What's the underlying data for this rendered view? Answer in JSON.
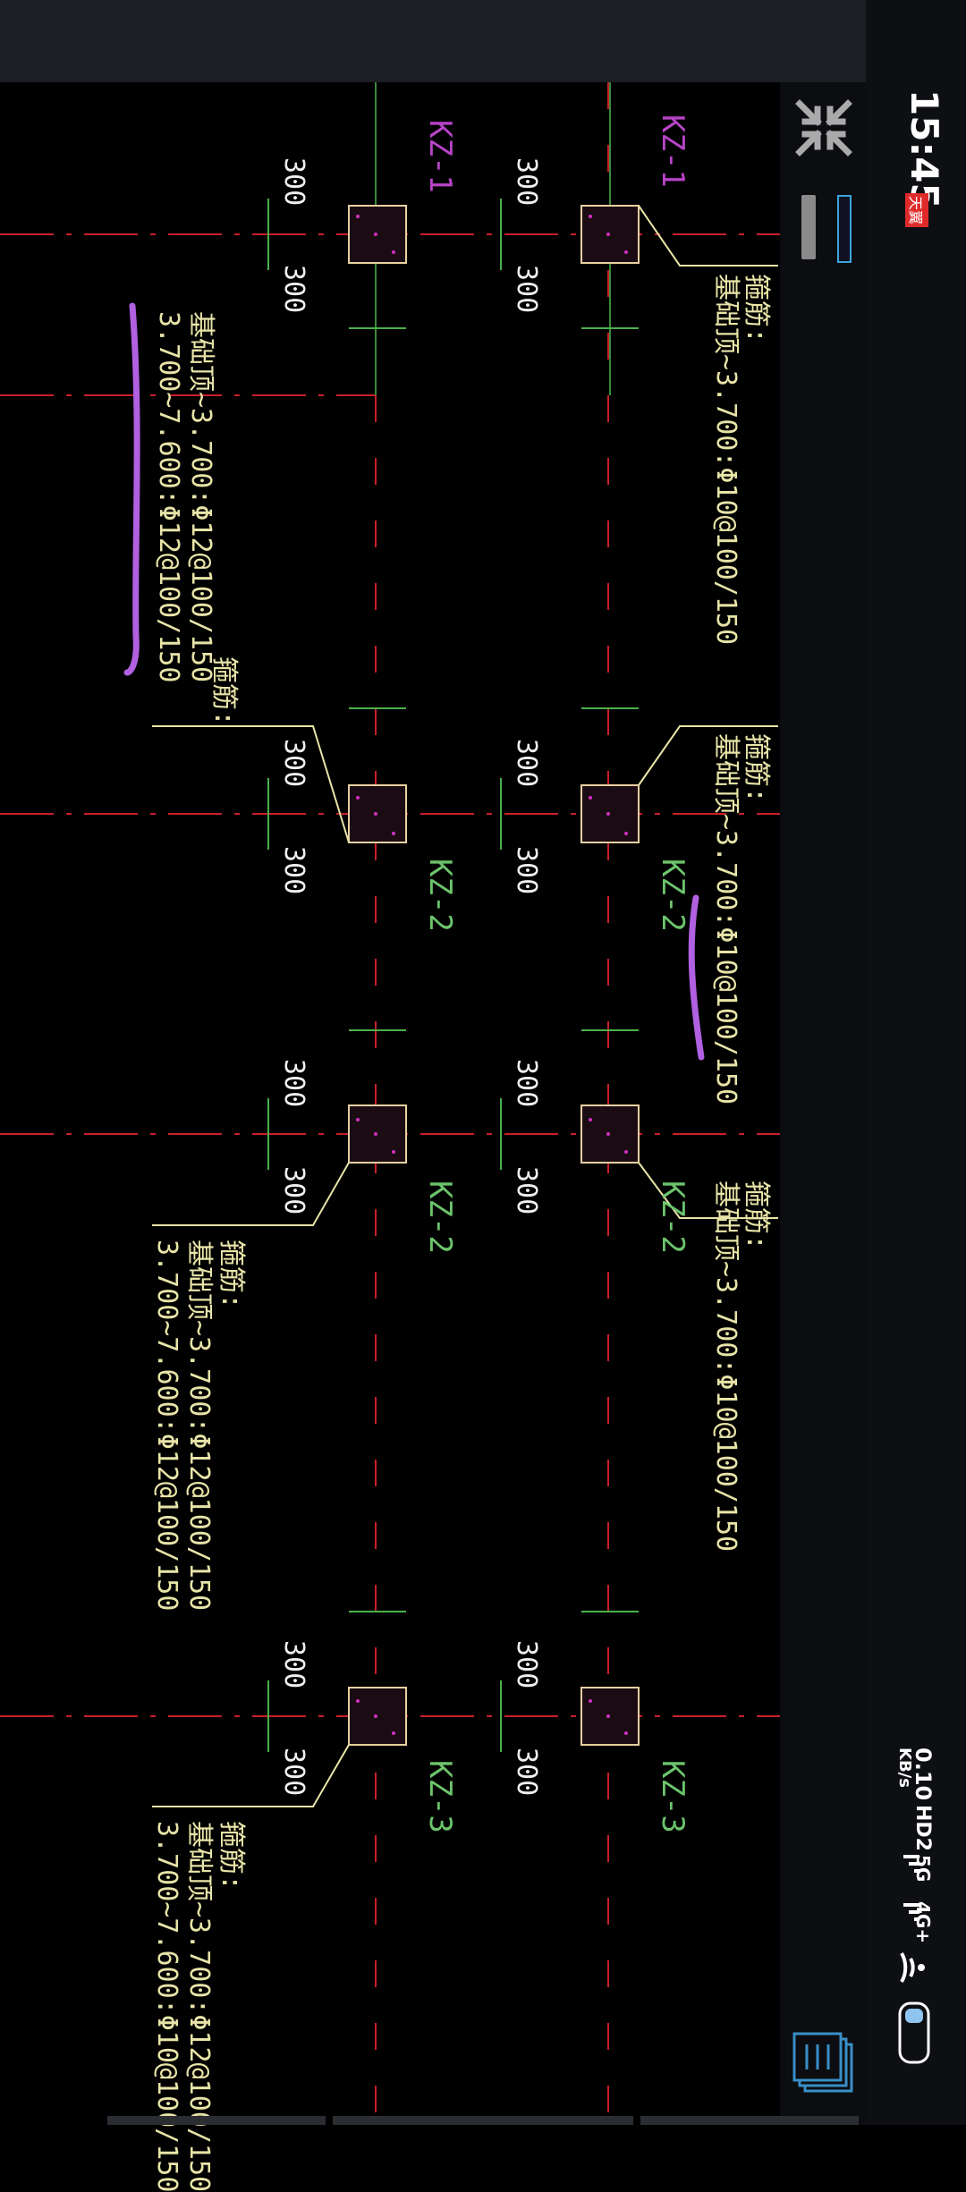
{
  "status_bar": {
    "time": "15:45",
    "carrier_badge": "天翼",
    "net_speed": "0.10",
    "net_speed_unit": "KB/s",
    "hd_label": "HD2",
    "signal1": "5G",
    "signal2": "4G+"
  },
  "toolbar": {
    "collapse_icon": "collapse-arrows-icon",
    "layers_icon": "layers-icon"
  },
  "drawing": {
    "columns": {
      "kz1_upper": "KZ-1",
      "kz1_lower": "KZ-1",
      "kz2_a_upper": "KZ-2",
      "kz2_a_lower": "KZ-2",
      "kz2_b_upper": "KZ-2",
      "kz2_b_lower": "KZ-2",
      "kz3_upper": "KZ-3",
      "kz3_lower": "KZ-3"
    },
    "dims": {
      "d300": "300"
    },
    "notes": {
      "stirrup_title": "箍筋:",
      "note_a1": "基础顶~3.700:Φ10@100/150",
      "note_b1": "基础顶~3.700:Φ12@100/150",
      "note_b2": "3.700~7.600:Φ12@100/150",
      "note_c1": "基础顶~3.700:Φ10@100/150",
      "note_d1": "基础顶~3.700:Φ10@100/150",
      "note_e1": "基础顶~3.700:Φ12@100/150",
      "note_e2": "3.700~7.600:Φ12@100/150",
      "note_f1": "基础顶~3.700:Φ12@100/150",
      "note_f2": "3.700~7.600:Φ10@100/150"
    }
  }
}
